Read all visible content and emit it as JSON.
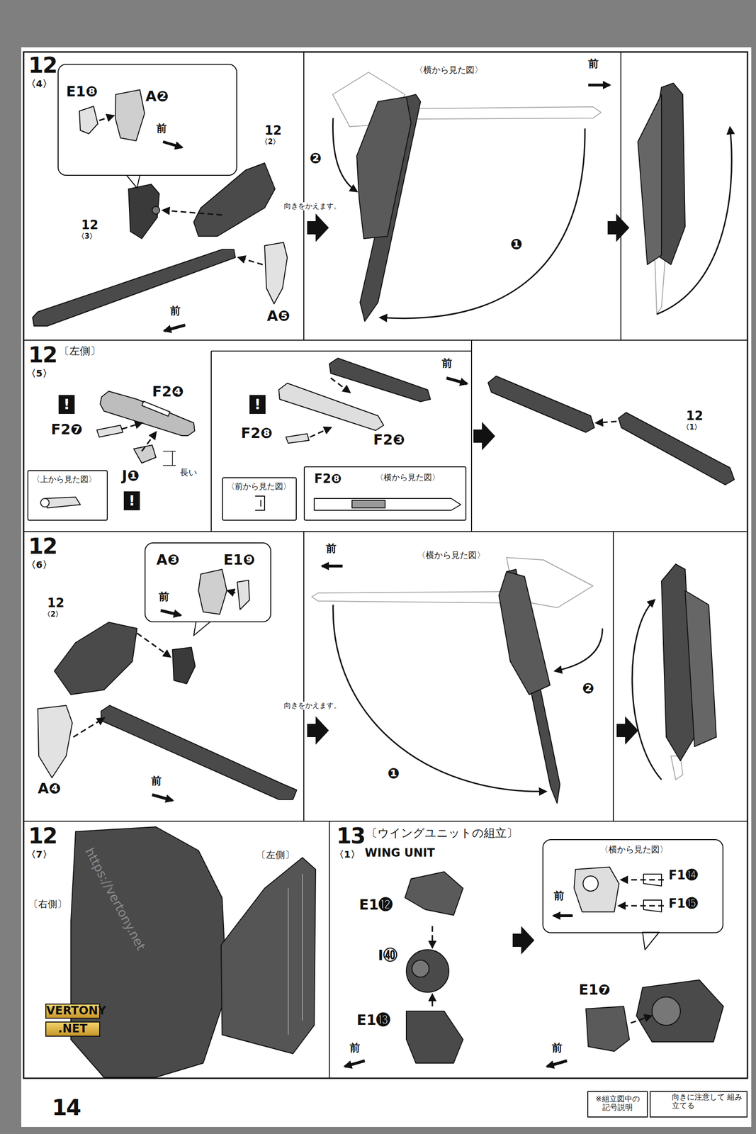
{
  "diagram": {
    "nodes": [
      {
        "text": [
          "E1❽",
          "A❷",
          "前"
        ]
      },
      {
        "text": [
          "〈上から見た図〉"
        ]
      },
      {
        "text": [
          "〈前から見た図〉"
        ]
      },
      {
        "text": [
          "F2❽",
          "〈横から見た図〉"
        ]
      },
      {
        "text": [
          "A❸",
          "E1❾",
          "前"
        ]
      },
      {
        "text": [
          "〈横から見た図〉",
          "F1⓮",
          "F1⓯",
          "前"
        ]
      },
      {
        "text": [
          "※組立図中の 記号説明"
        ]
      }
    ],
    "labels": [
      "12",
      "〈4〉",
      "12",
      "〈2〉",
      "12",
      "〈3〉",
      "前",
      "A❺",
      "〈横から見た図〉",
      "前",
      "❷",
      "向きをかえます。",
      "❶",
      "12",
      "〈5〉",
      "〔左側〕",
      "!",
      "F2❹",
      "F2❼",
      "J❶",
      "長い",
      "!",
      "!",
      "F2❽",
      "F2❸",
      "前",
      "12",
      "〈1〉",
      "12",
      "〈6〉",
      "12",
      "〈2〉",
      "A❹",
      "前",
      "前",
      "〈横から見た図〉",
      "❷",
      "❶",
      "向きをかえます。",
      "12",
      "〈7〉",
      "〔左側〕",
      "〔右側〕",
      "https://vertony.net",
      "VERTONY",
      ".NET",
      "13",
      "〈1〉",
      "〔ウイングユニットの組立〕",
      "WING UNIT",
      "E1⓬",
      "I㊵",
      "E1⓭",
      "前",
      "E1❼",
      "前",
      "14",
      "!"
    ],
    "legend": [
      {
        "text": "向きに注意して 組み立てる"
      }
    ]
  }
}
